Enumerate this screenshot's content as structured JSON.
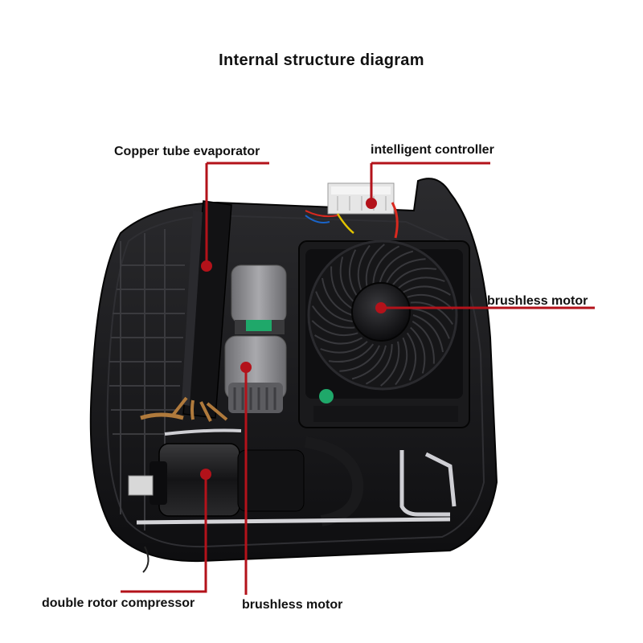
{
  "title": "Internal structure diagram",
  "labels": {
    "evaporator": "Copper tube evaporator",
    "controller": "intelligent controller",
    "fan_motor": "brushless motor",
    "compressor": "double rotor compressor",
    "blower_motor": "brushless motor"
  },
  "colors": {
    "callout": "#b3121a",
    "housing": "#1c1c1e",
    "background": "#ffffff"
  },
  "icons": {
    "fan": "axial-fan",
    "blower": "centrifugal-blower",
    "compressor": "rotary-compressor"
  }
}
